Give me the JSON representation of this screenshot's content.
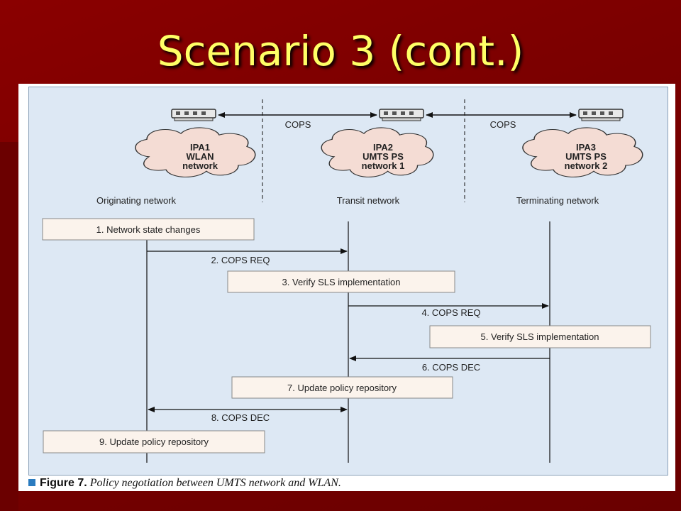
{
  "title": "Scenario 3 (cont.)",
  "networks": [
    {
      "cloud": [
        "IPA1",
        "WLAN",
        "network"
      ],
      "label": "Originating network"
    },
    {
      "cloud": [
        "IPA2",
        "UMTS PS",
        "network 1"
      ],
      "label": "Transit network"
    },
    {
      "cloud": [
        "IPA3",
        "UMTS PS",
        "network 2"
      ],
      "label": "Terminating network"
    }
  ],
  "links": [
    "COPS",
    "COPS"
  ],
  "steps": [
    {
      "text": "1. Network state changes"
    },
    {
      "text": "2. COPS REQ"
    },
    {
      "text": "3. Verify SLS implementation"
    },
    {
      "text": "4. COPS REQ"
    },
    {
      "text": "5. Verify SLS implementation"
    },
    {
      "text": "6. COPS DEC"
    },
    {
      "text": "7. Update policy repository"
    },
    {
      "text": "8. COPS DEC"
    },
    {
      "text": "9. Update policy repository"
    }
  ],
  "caption": {
    "figure": "Figure 7.",
    "text": "Policy negotiation between UMTS network and WLAN."
  },
  "colors": {
    "title": "#ffff66",
    "background": "#7a0000",
    "cloud": "#f4dcd4",
    "diagram": "#dde8f4"
  }
}
